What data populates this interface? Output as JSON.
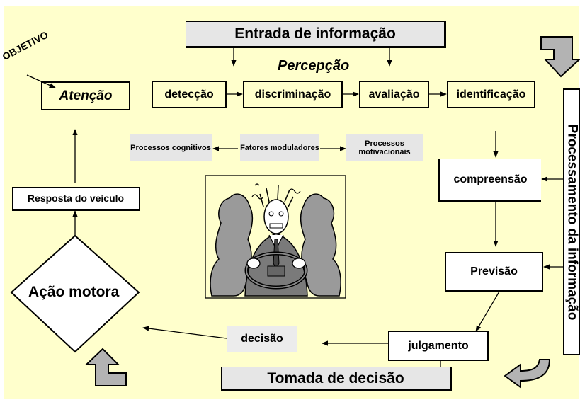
{
  "top_bar": "Entrada de informação",
  "bottom_bar": "Tomada de decisão",
  "right_bar": "Processamento da informação",
  "objetivo": "OBJETIVO",
  "percepcao": "Percepção",
  "atencao": "Atenção",
  "perception_steps": [
    "detecção",
    "discriminação",
    "avaliação",
    "identificação"
  ],
  "modulators": {
    "cognitive": "Processos cognitivos",
    "factors": "Fatores moduladores",
    "motivational": "Processos motivacionais"
  },
  "compreensao": "compreensão",
  "previsao": "Previsão",
  "julgamento": "julgamento",
  "decisao": "decisão",
  "acao_motora": "Ação motora",
  "resposta_veiculo": "Resposta do veículo",
  "colors": {
    "background": "#ffffcc",
    "grey_bar": "#e6e6e6",
    "arrow_block": "#b3b3b3"
  }
}
